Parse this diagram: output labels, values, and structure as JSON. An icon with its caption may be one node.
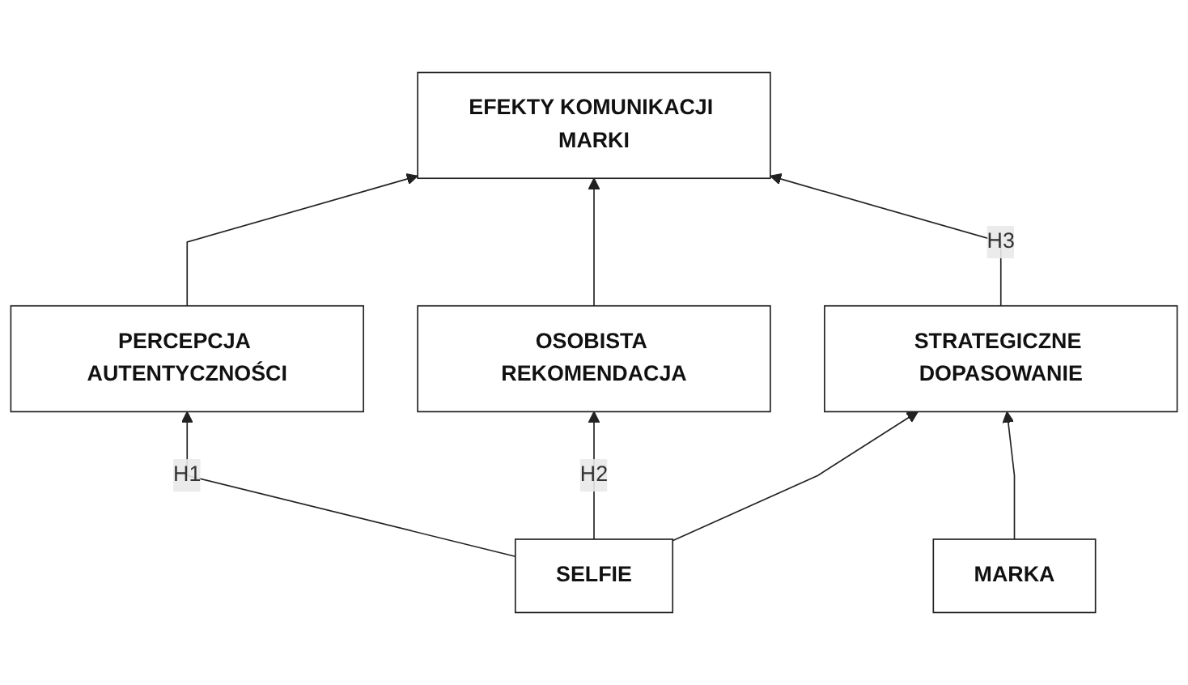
{
  "diagram": {
    "nodes": [
      {
        "text": [
          "EFEKTY KOMUNIKACJI MARKI"
        ]
      },
      {
        "text": [
          "PERCEPCJA AUTENTYCZNOŚCI"
        ]
      },
      {
        "text": [
          "OSOBISTA REKOMENDACJA"
        ]
      },
      {
        "text": [
          "STRATEGICZNE DOPASOWANIE"
        ]
      },
      {
        "text": [
          "SELFIE"
        ]
      },
      {
        "text": [
          "MARKA"
        ]
      }
    ],
    "edges": [
      {
        "from": 1,
        "to": 0,
        "arrow": "to"
      },
      {
        "from": 2,
        "to": 0,
        "arrow": "to"
      },
      {
        "from": 3,
        "to": 0,
        "arrow": "to",
        "label": "H3"
      },
      {
        "from": 4,
        "to": 1,
        "arrow": "to",
        "label": "H1"
      },
      {
        "from": 4,
        "to": 2,
        "arrow": "to",
        "label": "H2"
      },
      {
        "from": 4,
        "to": 3,
        "arrow": "to"
      },
      {
        "from": 5,
        "to": 3,
        "arrow": "to"
      }
    ]
  }
}
